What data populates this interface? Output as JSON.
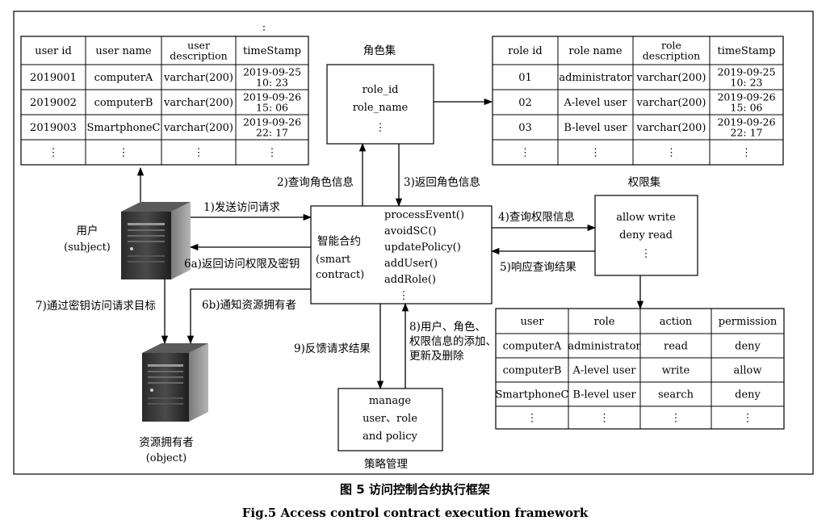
{
  "top_colon": ":",
  "user_table": {
    "headers": [
      [
        "user id"
      ],
      [
        "user name"
      ],
      [
        "user",
        "description"
      ],
      [
        "timeStamp"
      ]
    ],
    "rows": [
      [
        [
          "2019001"
        ],
        [
          "computerA"
        ],
        [
          "varchar(200)"
        ],
        [
          "2019-09-25",
          "10: 23"
        ]
      ],
      [
        [
          "2019002"
        ],
        [
          "computerB"
        ],
        [
          "varchar(200)"
        ],
        [
          "2019-09-26",
          "15: 06"
        ]
      ],
      [
        [
          "2019003"
        ],
        [
          "SmartphoneC"
        ],
        [
          "varchar(200)"
        ],
        [
          "2019-09-26",
          "22: 17"
        ]
      ],
      [
        [
          "⋮"
        ],
        [
          "⋮"
        ],
        [
          "⋮"
        ],
        [
          "⋮"
        ]
      ]
    ]
  },
  "role_table": {
    "headers": [
      [
        "role id"
      ],
      [
        "role name"
      ],
      [
        "role",
        "description"
      ],
      [
        "timeStamp"
      ]
    ],
    "rows": [
      [
        [
          "01"
        ],
        [
          "administrator"
        ],
        [
          "varchar(200)"
        ],
        [
          "2019-09-25",
          "10: 23"
        ]
      ],
      [
        [
          "02"
        ],
        [
          "A-level user"
        ],
        [
          "varchar(200)"
        ],
        [
          "2019-09-26",
          "15: 06"
        ]
      ],
      [
        [
          "03"
        ],
        [
          "B-level user"
        ],
        [
          "varchar(200)"
        ],
        [
          "2019-09-26",
          "22: 17"
        ]
      ],
      [
        [
          "⋮"
        ],
        [
          "⋮"
        ],
        [
          "⋮"
        ],
        [
          "⋮"
        ]
      ]
    ]
  },
  "perm_table": {
    "headers": [
      "user",
      "role",
      "action",
      "permission"
    ],
    "rows": [
      [
        "computerA",
        "administrator",
        "read",
        "deny"
      ],
      [
        "computerB",
        "A-level user",
        "write",
        "allow"
      ],
      [
        "SmartphoneC",
        "B-level user",
        "search",
        "deny"
      ],
      [
        "⋮",
        "⋮",
        "⋮",
        "⋮"
      ]
    ]
  },
  "role_set": {
    "title": "角色集",
    "lines": [
      "role_id",
      "role_name",
      "⋮"
    ]
  },
  "permission_set": {
    "title": "权限集",
    "lines": [
      "allow write",
      "deny read",
      "⋮"
    ]
  },
  "smart_contract": {
    "label": [
      "智能合约",
      "(smart",
      "contract)"
    ],
    "methods": [
      "processEvent()",
      "avoidSC()",
      "updatePolicy()",
      "addUser()",
      "addRole()",
      "⋮"
    ]
  },
  "policy_mgmt": {
    "title": "策略管理",
    "lines": [
      "manage",
      "user、role",
      "and policy"
    ]
  },
  "user_node": {
    "label": "用户",
    "sub": "(subject)"
  },
  "owner_node": {
    "label": "资源拥有者",
    "sub": "(object)"
  },
  "steps": {
    "s1": "1)发送访问请求",
    "s2": "2)查询角色信息",
    "s3": "3)返回角色信息",
    "s4": "4)查询权限信息",
    "s5": "5)响应查询结果",
    "s6a": "6a)返回访问权限及密钥",
    "s6b": "6b)通知资源拥有者",
    "s7": "7)通过密钥访问请求目标",
    "s8": [
      "8)用户、角色、",
      "权限信息的添加、",
      "更新及删除"
    ],
    "s9": "9)反馈请求结果"
  },
  "caption": {
    "cn": "图 5   访问控制合约执行框架",
    "en": "Fig.5   Access control contract execution framework"
  }
}
